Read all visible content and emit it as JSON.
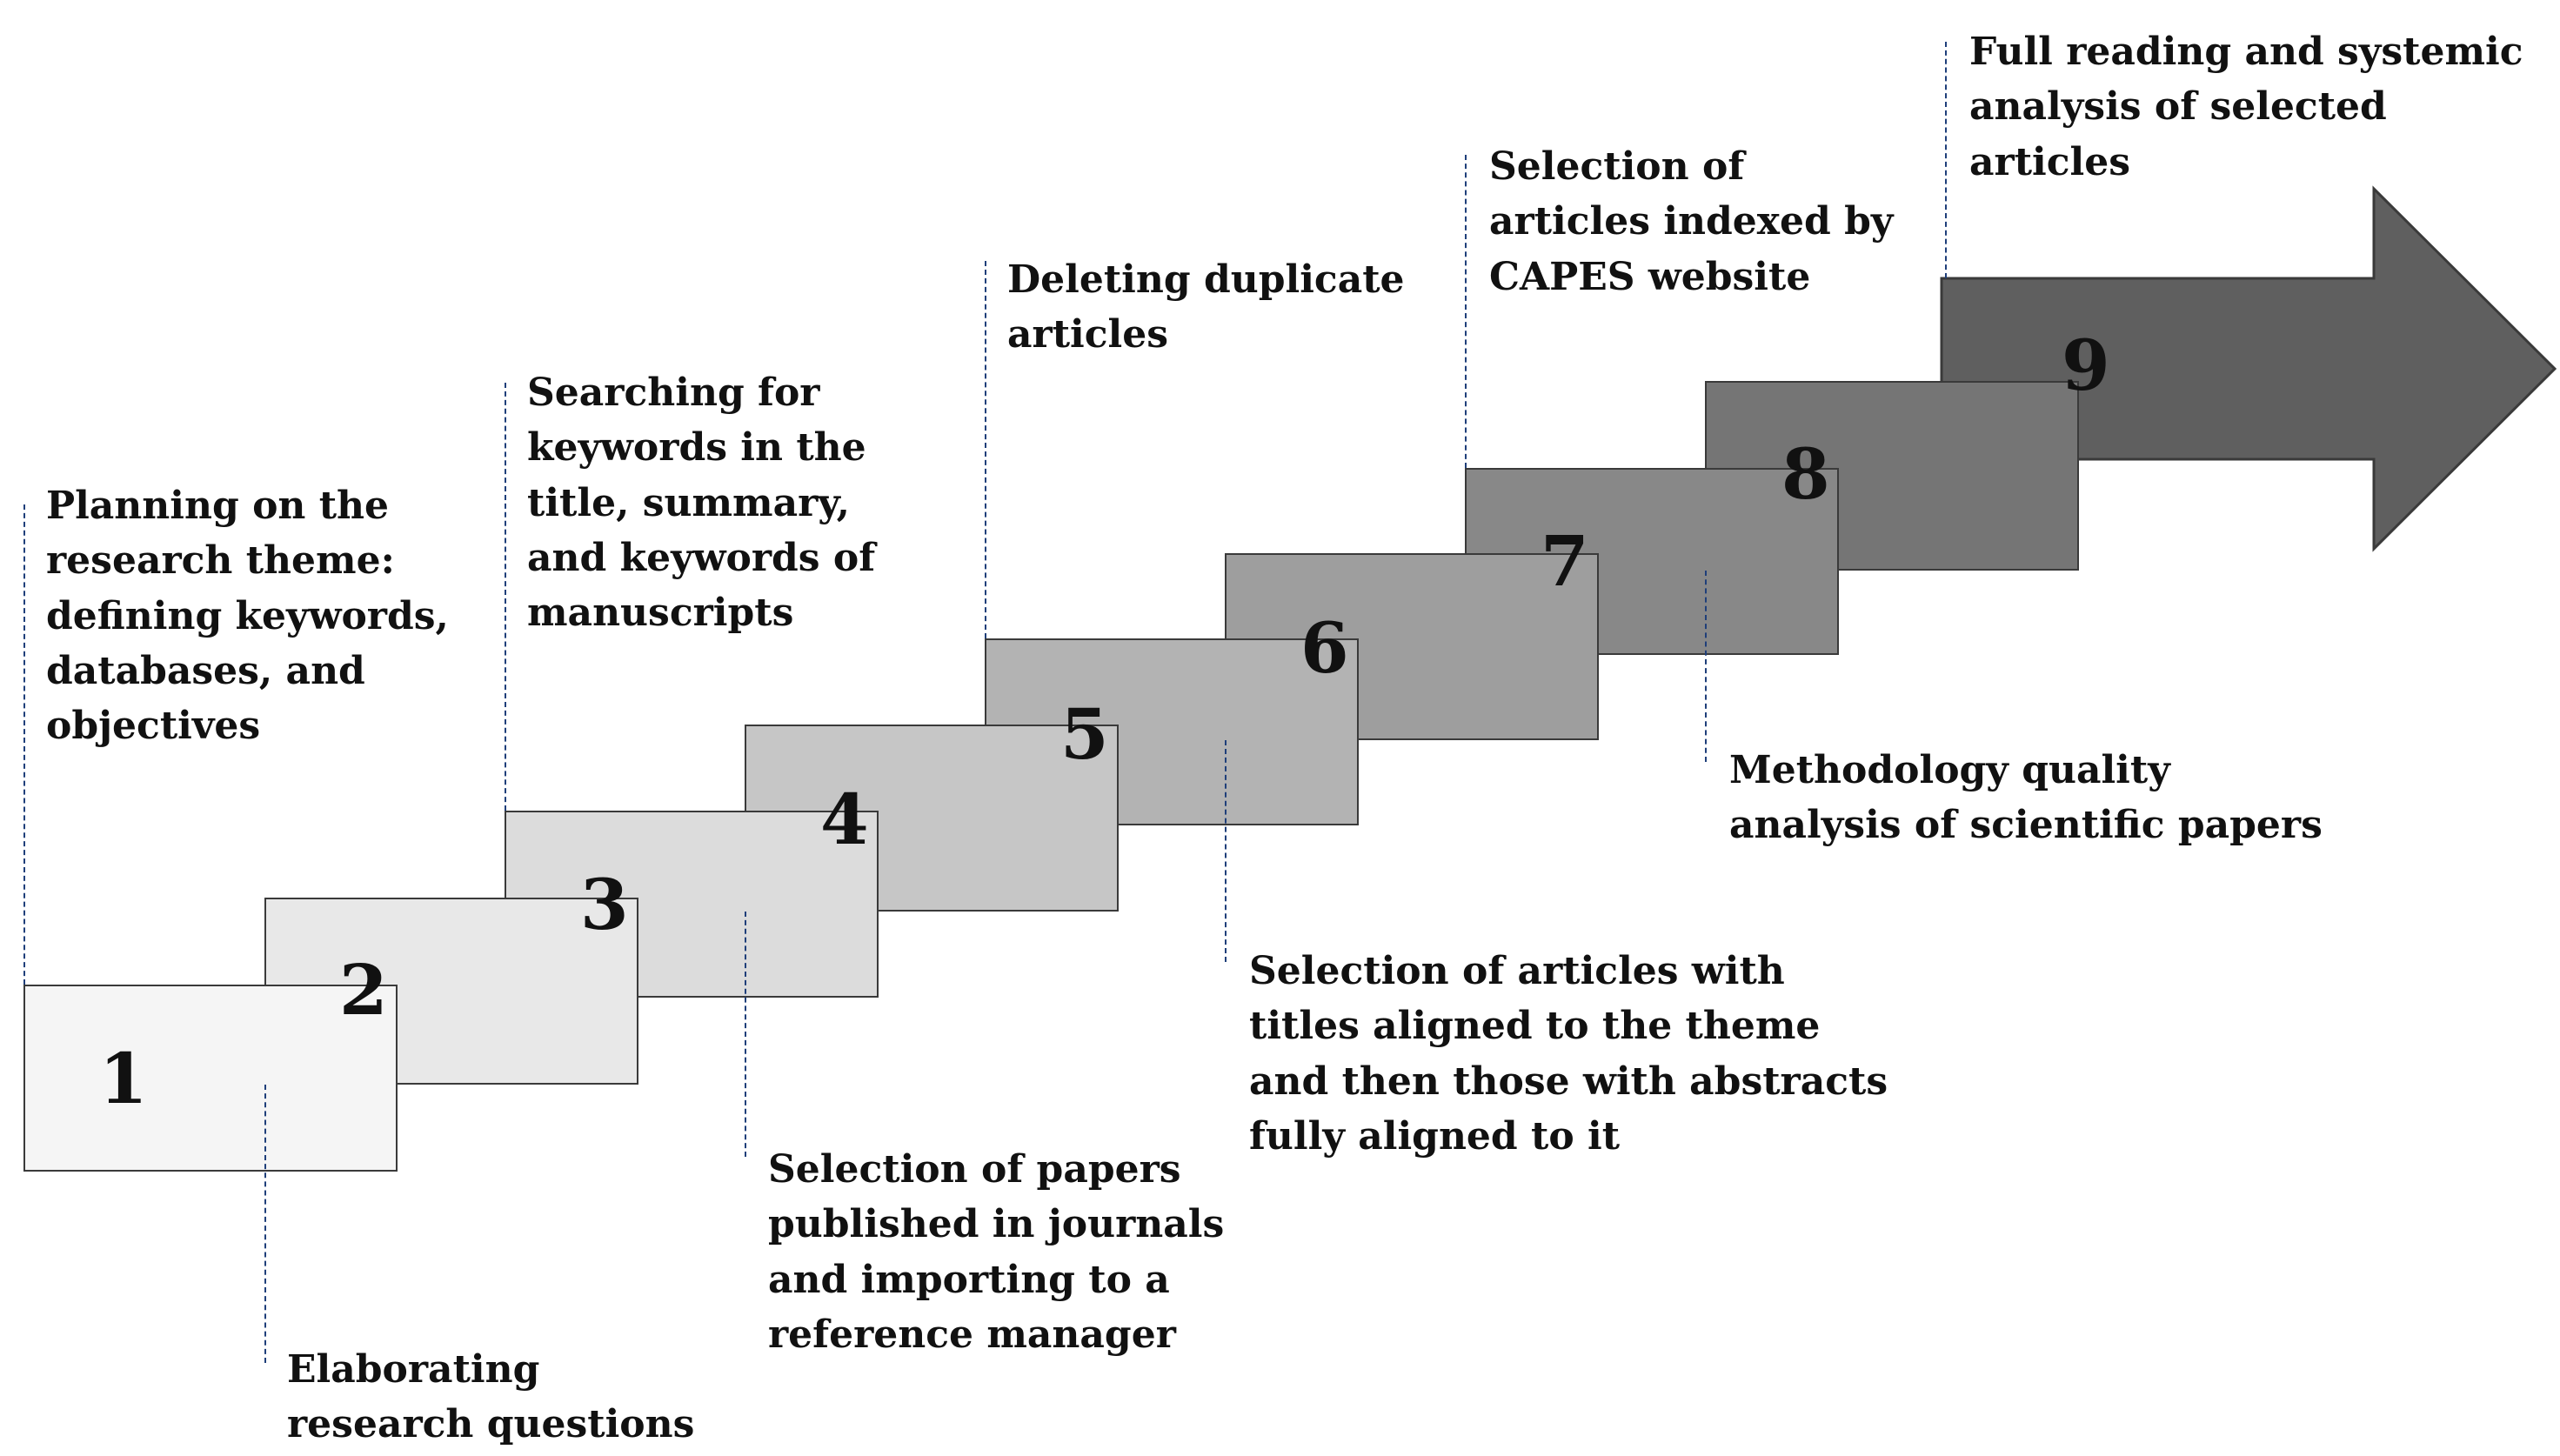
{
  "steps": [
    {
      "number": "1",
      "label": "Planning on the\nresearch theme:\ndefining keywords,\ndatabases, and\nobjectives",
      "color": "#f5f5f5"
    },
    {
      "number": "2",
      "label": "Elaborating\nresearch questions",
      "color": "#e8e8e8"
    },
    {
      "number": "3",
      "label": "Searching for\nkeywords in the\ntitle, summary,\nand keywords of\nmanuscripts",
      "color": "#dcdcdc"
    },
    {
      "number": "4",
      "label": "Selection of papers\npublished in journals\nand importing to a\nreference manager",
      "color": "#c6c6c6"
    },
    {
      "number": "5",
      "label": "Deleting duplicate\narticles",
      "color": "#b3b3b3"
    },
    {
      "number": "6",
      "label": "Selection of articles with\ntitles aligned to the theme\nand then those with abstracts\nfully aligned to it",
      "color": "#9e9e9e"
    },
    {
      "number": "7",
      "label": "Selection of\narticles indexed by\nCAPES website",
      "color": "#888888"
    },
    {
      "number": "8",
      "label": "Methodology quality\nanalysis of scientific papers",
      "color": "#757575"
    },
    {
      "number": "9",
      "label": "Full reading and systemic\nanalysis of selected articles",
      "color": "#5f5f5f"
    }
  ]
}
